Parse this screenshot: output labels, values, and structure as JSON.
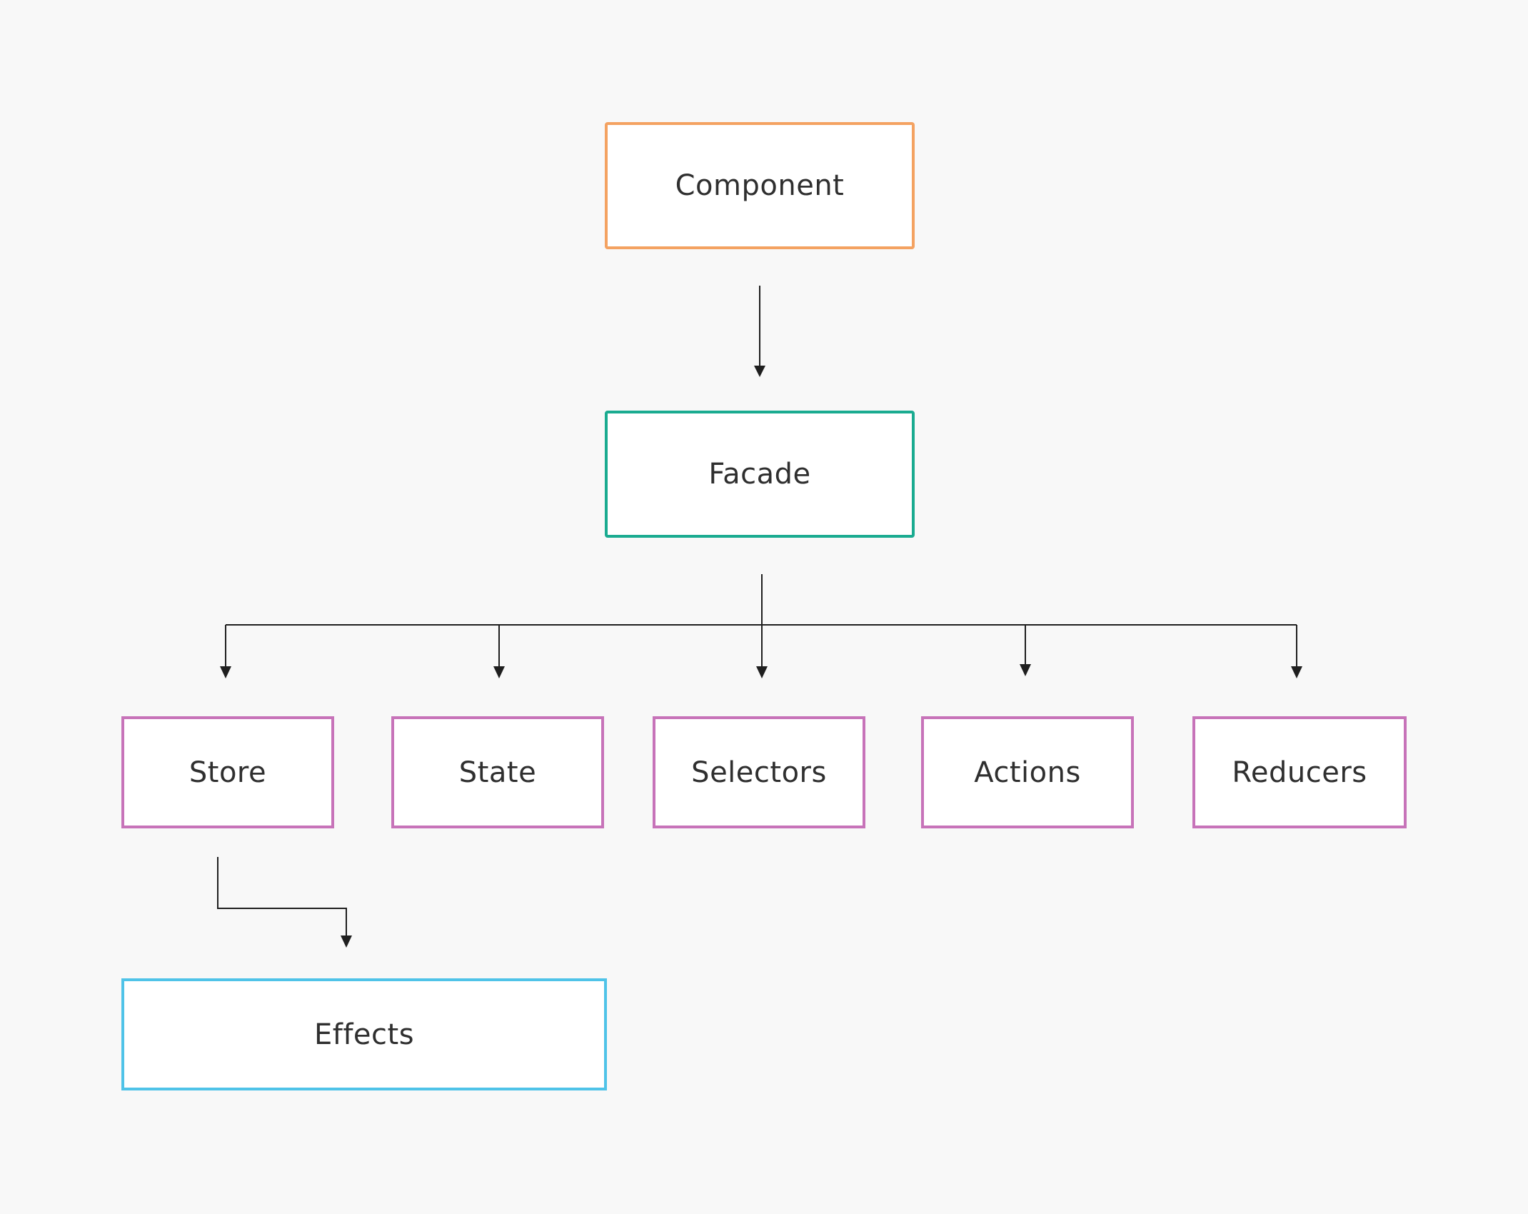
{
  "diagram": {
    "nodes": {
      "component": {
        "label": "Component",
        "border_color": "#f4a261"
      },
      "facade": {
        "label": "Facade",
        "border_color": "#1aab90"
      },
      "store": {
        "label": "Store",
        "border_color": "#c773b9"
      },
      "state": {
        "label": "State",
        "border_color": "#c773b9"
      },
      "selectors": {
        "label": "Selectors",
        "border_color": "#c773b9"
      },
      "actions": {
        "label": "Actions",
        "border_color": "#c773b9"
      },
      "reducers": {
        "label": "Reducers",
        "border_color": "#c773b9"
      },
      "effects": {
        "label": "Effects",
        "border_color": "#4fc3e8"
      }
    },
    "edges": [
      {
        "from": "component",
        "to": "facade"
      },
      {
        "from": "facade",
        "to": "store"
      },
      {
        "from": "facade",
        "to": "state"
      },
      {
        "from": "facade",
        "to": "selectors"
      },
      {
        "from": "facade",
        "to": "actions"
      },
      {
        "from": "facade",
        "to": "reducers"
      },
      {
        "from": "store",
        "to": "effects"
      }
    ],
    "background_color": "#f8f8f8",
    "connector_color": "#1f1f1f"
  }
}
